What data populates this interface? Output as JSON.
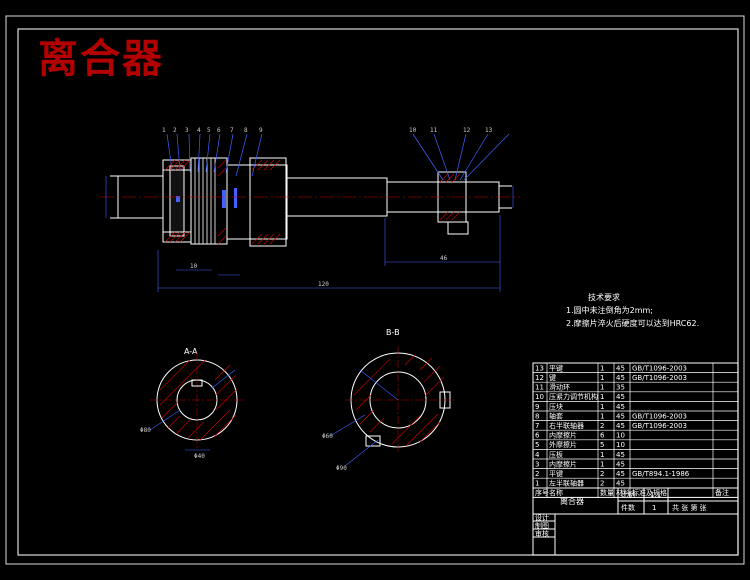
{
  "title": "离合器",
  "tech_req": {
    "heading": "技术要求",
    "items": [
      "1.圆中未注倒角为2mm;",
      "2.摩擦片淬火后硬度可以达到HRC62."
    ]
  },
  "section_labels": {
    "aa": "A-A",
    "bb": "B-B"
  },
  "dims": {
    "d1": "10",
    "d2": "120",
    "d3": "46",
    "d4": "Φ80",
    "d5": "Φ40",
    "d6": "Φ60",
    "d7": "Φ90"
  },
  "balloons": [
    "1",
    "2",
    "3",
    "4",
    "5",
    "6",
    "7",
    "8",
    "9",
    "10",
    "11",
    "12",
    "13"
  ],
  "bom": {
    "rows": [
      {
        "no": "13",
        "name": "平键",
        "qty": "1",
        "mat": "45",
        "std": "GB/T1096-2003",
        "rem": ""
      },
      {
        "no": "12",
        "name": "键",
        "qty": "1",
        "mat": "45",
        "std": "GB/T1096-2003",
        "rem": ""
      },
      {
        "no": "11",
        "name": "滑动环",
        "qty": "1",
        "mat": "35",
        "std": "",
        "rem": ""
      },
      {
        "no": "10",
        "name": "压紧力调节机构",
        "qty": "1",
        "mat": "45",
        "std": "",
        "rem": ""
      },
      {
        "no": "9",
        "name": "压块",
        "qty": "1",
        "mat": "45",
        "std": "",
        "rem": ""
      },
      {
        "no": "8",
        "name": "轴套",
        "qty": "1",
        "mat": "45",
        "std": "GB/T1096-2003",
        "rem": ""
      },
      {
        "no": "7",
        "name": "右半联轴器",
        "qty": "2",
        "mat": "45",
        "std": "GB/T1096-2003",
        "rem": ""
      },
      {
        "no": "6",
        "name": "内摩擦片",
        "qty": "6",
        "mat": "10",
        "std": "",
        "rem": ""
      },
      {
        "no": "5",
        "name": "外摩擦片",
        "qty": "5",
        "mat": "10",
        "std": "",
        "rem": ""
      },
      {
        "no": "4",
        "name": "压板",
        "qty": "1",
        "mat": "45",
        "std": "",
        "rem": ""
      },
      {
        "no": "3",
        "name": "内摩擦片",
        "qty": "1",
        "mat": "45",
        "std": "",
        "rem": ""
      },
      {
        "no": "2",
        "name": "平键",
        "qty": "2",
        "mat": "45",
        "std": "GB/T894.1-1986",
        "rem": ""
      },
      {
        "no": "1",
        "name": "左半联轴器",
        "qty": "2",
        "mat": "45",
        "std": "",
        "rem": ""
      }
    ],
    "header": {
      "no": "序号",
      "name": "名称",
      "qty": "数量",
      "mat": "材料",
      "std": "标准及规格",
      "rem": "备注"
    }
  },
  "title_block": {
    "name": "离合器",
    "scale_label": "比例",
    "scale": "1:1",
    "qty_label": "件数",
    "qty": "1",
    "sheet": "共 张 第 张",
    "design": "设计",
    "draw": "制图",
    "review": "审核"
  }
}
